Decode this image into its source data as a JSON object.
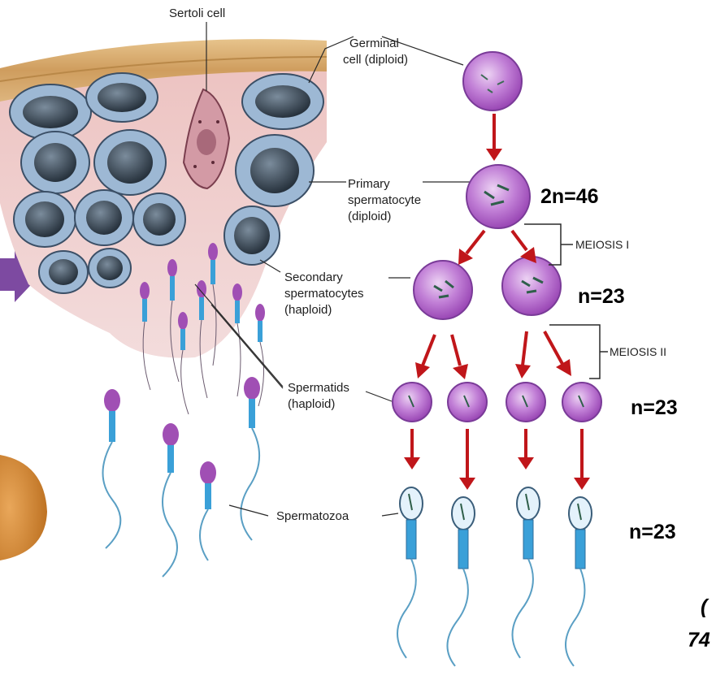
{
  "labels": {
    "sertoli": "Sertoli cell",
    "germinal_1": "Germinal",
    "germinal_2": "cell (diploid)",
    "primary_1": "Primary",
    "primary_2": "spermatocyte",
    "primary_3": "(diploid)",
    "secondary_1": "Secondary",
    "secondary_2": "spermatocytes",
    "secondary_3": "(haploid)",
    "spermatids_1": "Spermatids",
    "spermatids_2": "(haploid)",
    "spermatozoa": "Spermatozoa"
  },
  "stages": {
    "meiosis_1": "MEIOSIS I",
    "meiosis_2": "MEIOSIS II"
  },
  "ploidy": {
    "primary": "2n=46",
    "secondary": "n=23",
    "spermatids": "n=23",
    "spermatozoa": "n=23"
  },
  "cut_text": {
    "line_1": "(",
    "line_2": "74"
  },
  "colors": {
    "cell_purple": "#9a48b5",
    "arrow_red": "#c0161a",
    "sertoli_pink": "#e6b6b6",
    "tubule_cell_blue": "#9db8d4",
    "tail_blue": "#3aa0d8",
    "wall_tan": "#d2a265",
    "side_arrow": "#7d4aa1",
    "orange_blob": "#d58a2e"
  }
}
